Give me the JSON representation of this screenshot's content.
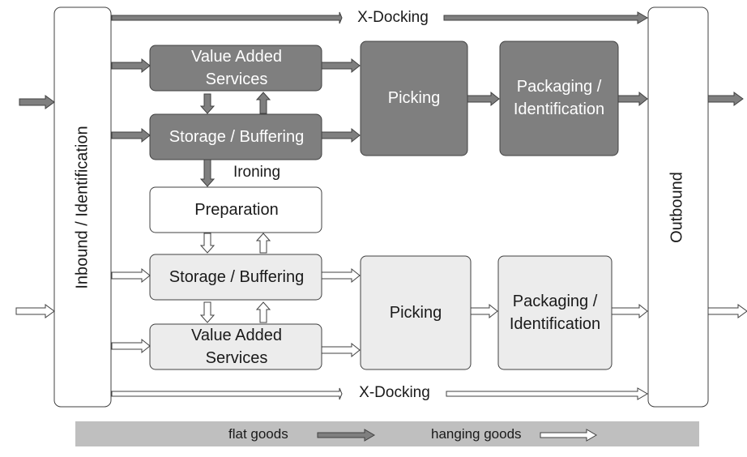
{
  "colors": {
    "dark_fill": "#7f7f7f",
    "light_fill": "#ececec",
    "white_fill": "#ffffff",
    "stroke": "#404040",
    "legend_bar": "#bfbfbf"
  },
  "labels": {
    "inbound": "Inbound / Identification",
    "outbound": "Outbound",
    "xdocking_top": "X-Docking",
    "xdocking_bottom": "X-Docking",
    "vas_flat_l1": "Value Added",
    "vas_flat_l2": "Services",
    "storage_flat": "Storage / Buffering",
    "picking_flat": "Picking",
    "packaging_flat_l1": "Packaging /",
    "packaging_flat_l2": "Identification",
    "ironing": "Ironing",
    "preparation": "Preparation",
    "storage_hanging": "Storage / Buffering",
    "picking_hanging": "Picking",
    "packaging_hanging_l1": "Packaging /",
    "packaging_hanging_l2": "Identification",
    "vas_hanging_l1": "Value Added",
    "vas_hanging_l2": "Services"
  },
  "legend": {
    "flat": "flat goods",
    "hanging": "hanging goods"
  }
}
